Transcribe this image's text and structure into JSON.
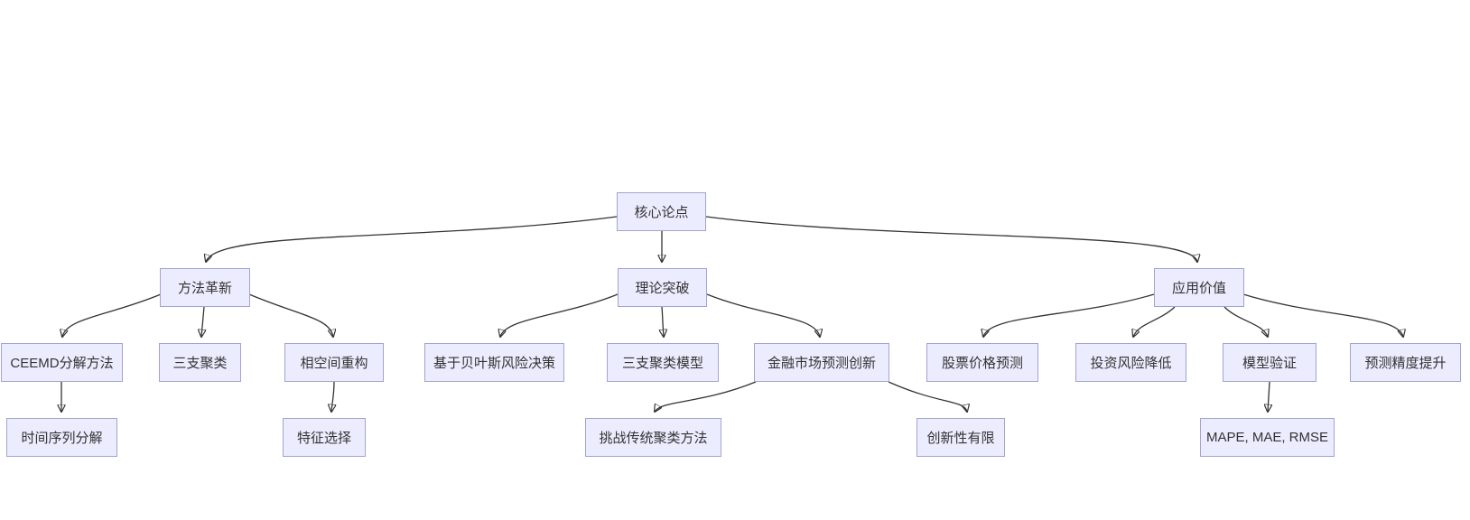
{
  "diagram": {
    "type": "flowchart-tree",
    "colors": {
      "background": "#FFFFFF",
      "node_fill": "#ECECFF",
      "node_border": "#A3A3D1",
      "edge": "#333333",
      "text": "#333333"
    },
    "nodes": {
      "core": {
        "label": "核心论点"
      },
      "method": {
        "label": "方法革新"
      },
      "theory": {
        "label": "理论突破"
      },
      "application": {
        "label": "应用价值"
      },
      "ceemd": {
        "label": "CEEMD分解方法"
      },
      "three_way": {
        "label": "三支聚类"
      },
      "phase_space": {
        "label": "相空间重构"
      },
      "bayes": {
        "label": "基于贝叶斯风险决策"
      },
      "three_way_model": {
        "label": "三支聚类模型"
      },
      "finance_innovation": {
        "label": "金融市场预测创新"
      },
      "stock_prediction": {
        "label": "股票价格预测"
      },
      "risk_reduction": {
        "label": "投资风险降低"
      },
      "model_validation": {
        "label": "模型验证"
      },
      "precision": {
        "label": "预测精度提升"
      },
      "time_series": {
        "label": "时间序列分解"
      },
      "feature_selection": {
        "label": "特征选择"
      },
      "challenge": {
        "label": "挑战传统聚类方法"
      },
      "limited_innovation": {
        "label": "创新性有限"
      },
      "metrics": {
        "label": "MAPE, MAE, RMSE"
      }
    },
    "edges": [
      {
        "from": "核心论点",
        "to": "方法革新"
      },
      {
        "from": "核心论点",
        "to": "理论突破"
      },
      {
        "from": "核心论点",
        "to": "应用价值"
      },
      {
        "from": "方法革新",
        "to": "CEEMD分解方法"
      },
      {
        "from": "方法革新",
        "to": "三支聚类"
      },
      {
        "from": "方法革新",
        "to": "相空间重构"
      },
      {
        "from": "理论突破",
        "to": "基于贝叶斯风险决策"
      },
      {
        "from": "理论突破",
        "to": "三支聚类模型"
      },
      {
        "from": "理论突破",
        "to": "金融市场预测创新"
      },
      {
        "from": "应用价值",
        "to": "股票价格预测"
      },
      {
        "from": "应用价值",
        "to": "投资风险降低"
      },
      {
        "from": "应用价值",
        "to": "模型验证"
      },
      {
        "from": "应用价值",
        "to": "预测精度提升"
      },
      {
        "from": "CEEMD分解方法",
        "to": "时间序列分解"
      },
      {
        "from": "相空间重构",
        "to": "特征选择"
      },
      {
        "from": "金融市场预测创新",
        "to": "挑战传统聚类方法"
      },
      {
        "from": "金融市场预测创新",
        "to": "创新性有限"
      },
      {
        "from": "模型验证",
        "to": "MAPE, MAE, RMSE"
      }
    ]
  }
}
